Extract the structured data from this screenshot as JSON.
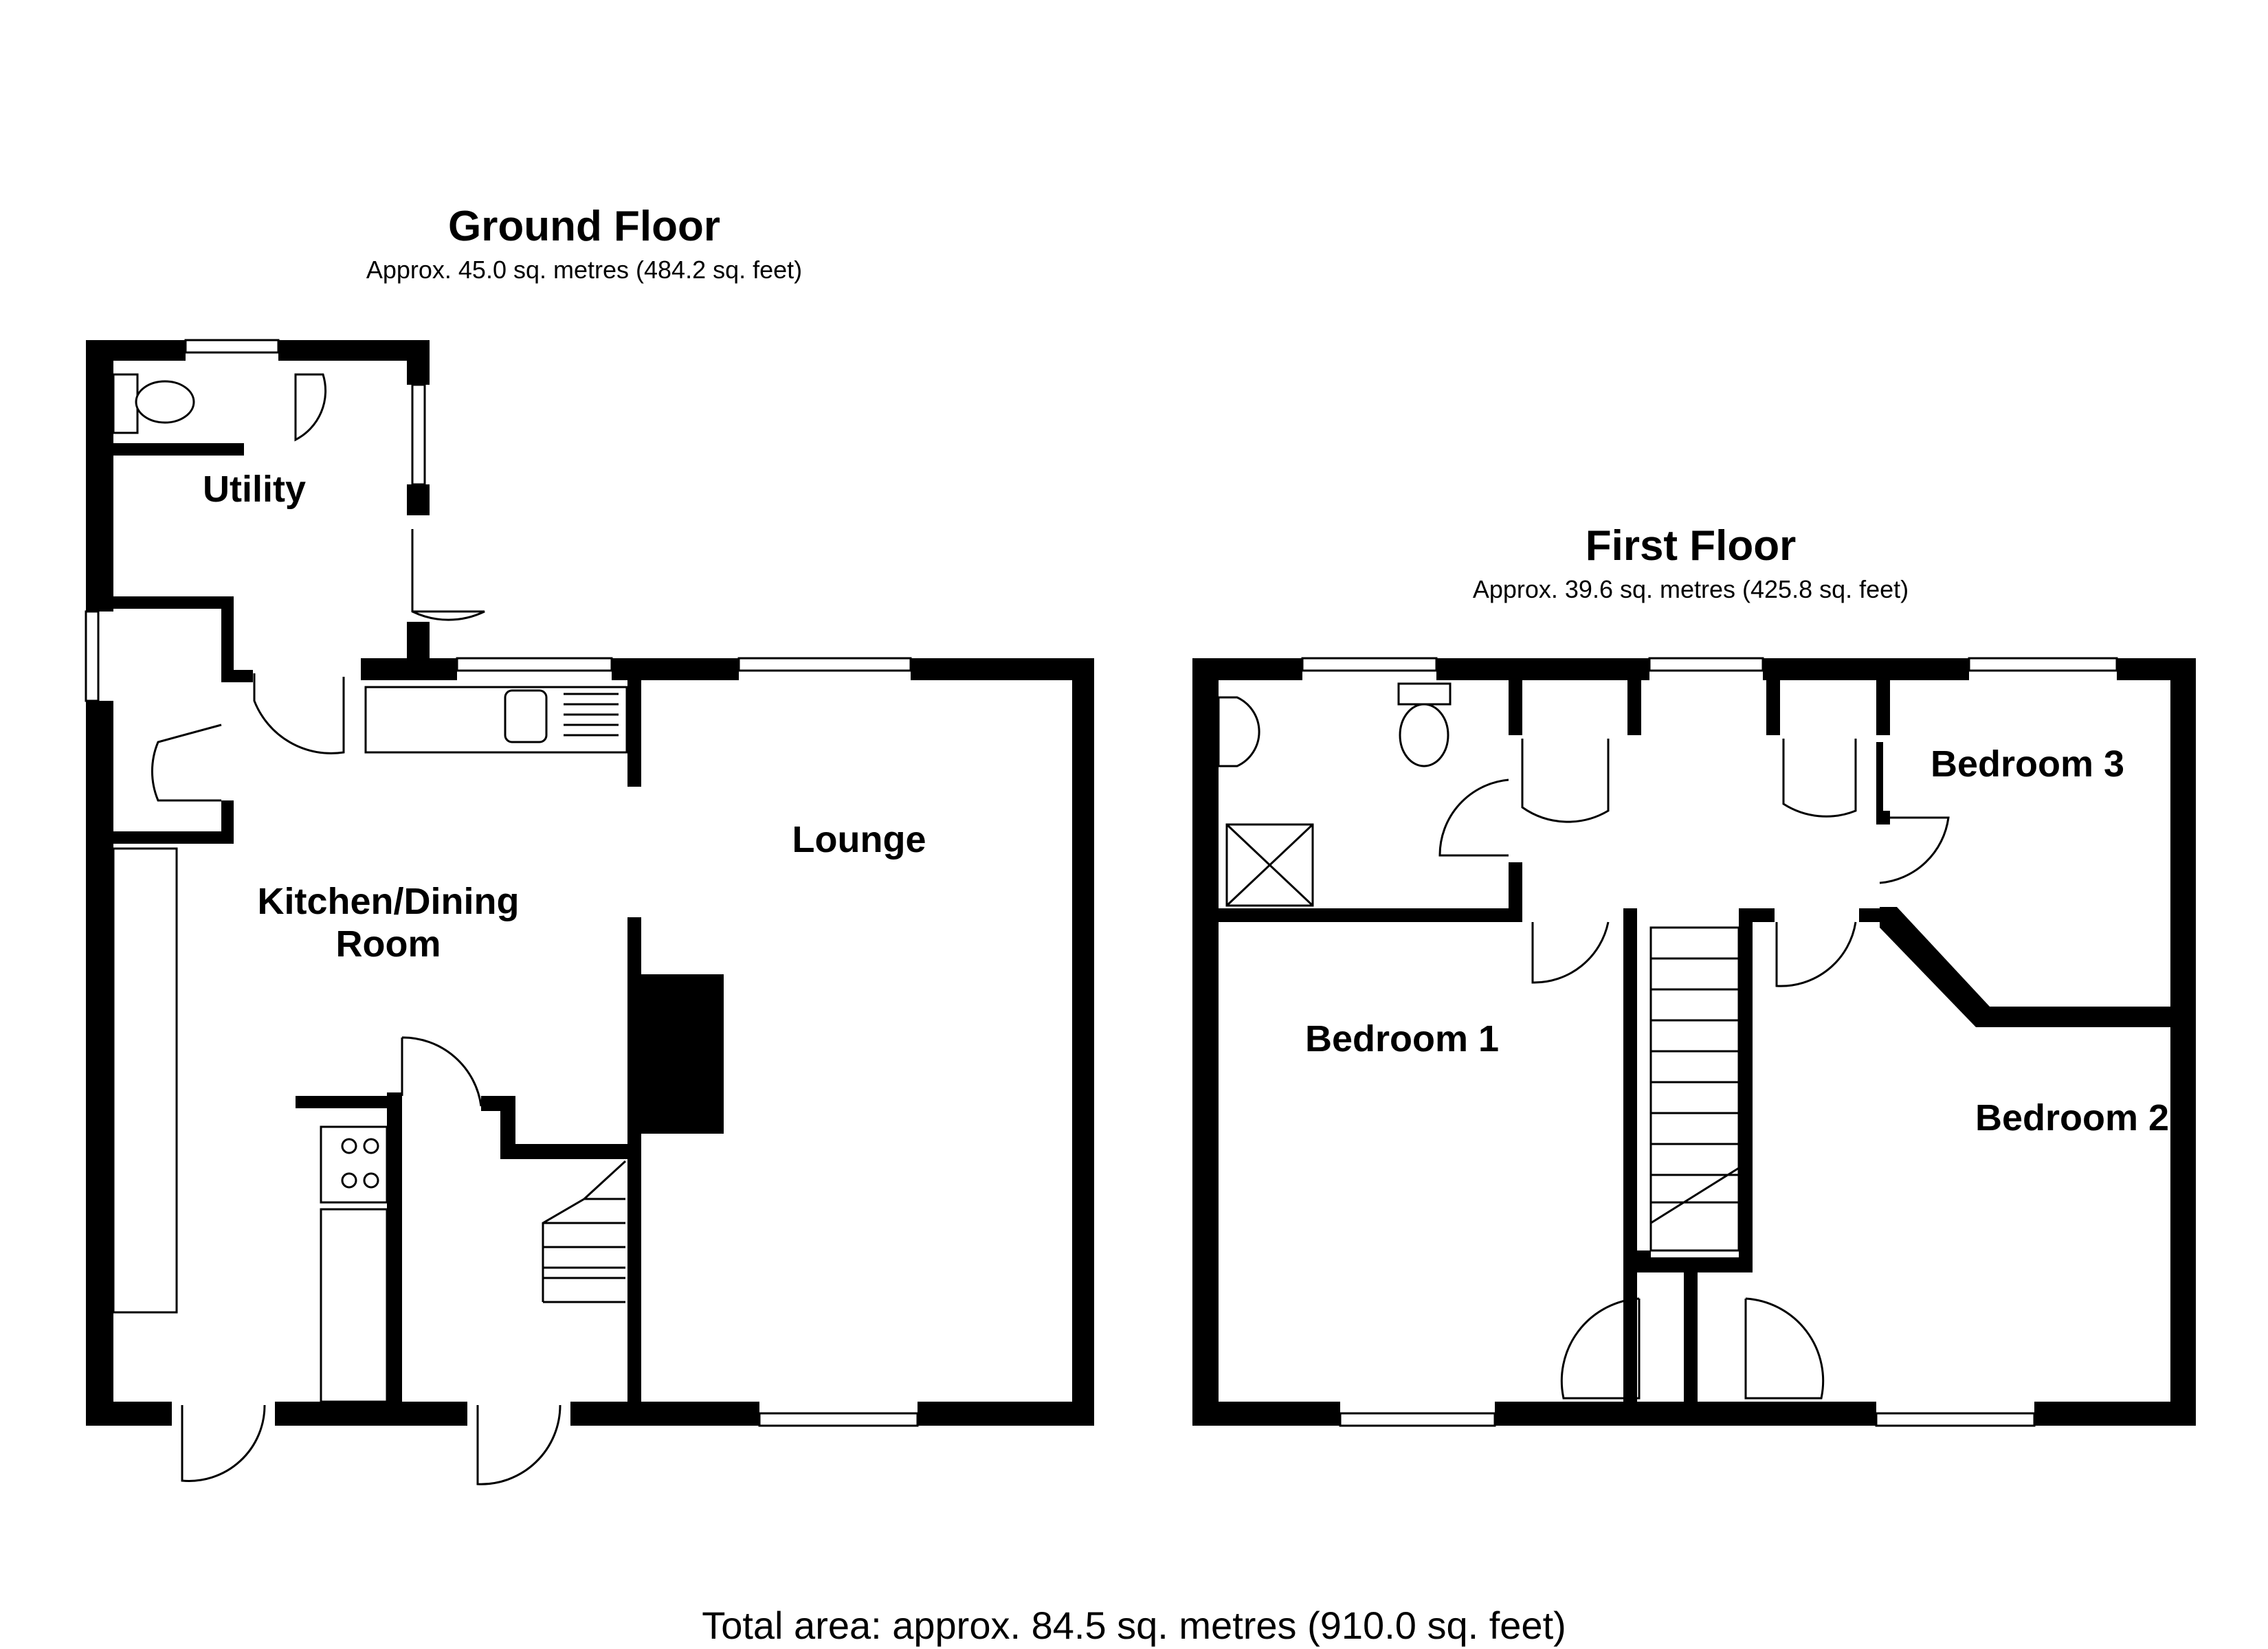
{
  "ground_floor": {
    "title": "Ground Floor",
    "area": "Approx. 45.0 sq. metres (484.2 sq. feet)",
    "rooms": {
      "utility": "Utility",
      "kitchen_line1": "Kitchen/Dining",
      "kitchen_line2": "Room",
      "lounge": "Lounge"
    }
  },
  "first_floor": {
    "title": "First Floor",
    "area": "Approx. 39.6 sq. metres (425.8 sq. feet)",
    "rooms": {
      "bedroom1": "Bedroom 1",
      "bedroom2": "Bedroom 2",
      "bedroom3": "Bedroom 3"
    }
  },
  "total_area": "Total area: approx. 84.5 sq. metres (910.0 sq. feet)"
}
